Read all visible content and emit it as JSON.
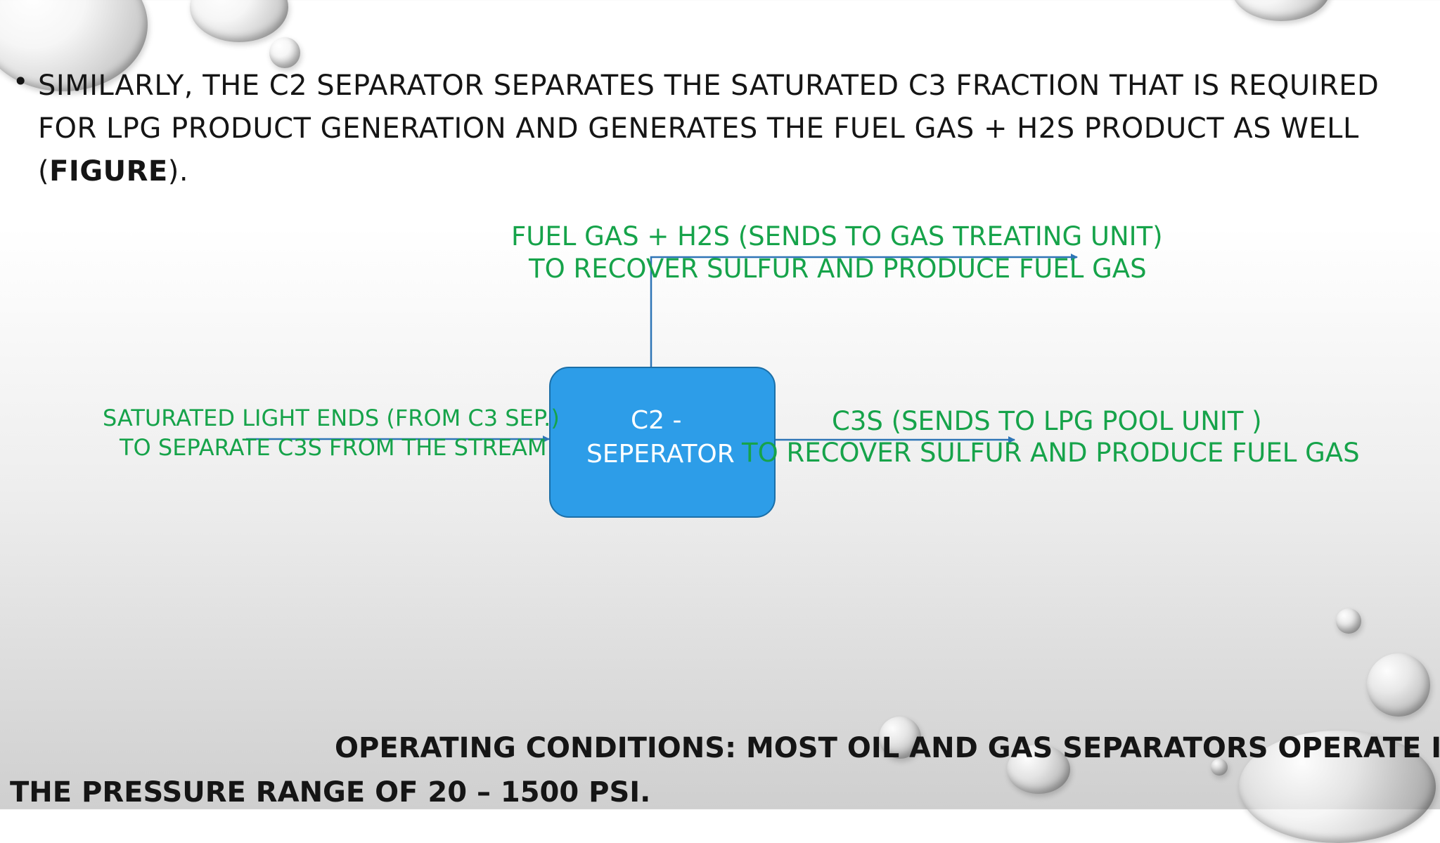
{
  "slide": {
    "bullet": {
      "marker": "•",
      "text_before": "SIMILARLY, THE C2 SEPARATOR SEPARATES THE SATURATED C3 FRACTION THAT IS REQUIRED FOR LPG PRODUCT GENERATION AND GENERATES THE FUEL GAS + H2S PRODUCT AS WELL (",
      "text_bold": "FIGURE",
      "text_after": ")."
    },
    "diagram": {
      "separator": {
        "line1": "C2 -",
        "line2": "SEPERATOR",
        "fill": "#2d9de8"
      },
      "top_output": {
        "line1": "FUEL GAS + H2S (SENDS TO GAS TREATING UNIT)",
        "line2": "TO RECOVER SULFUR AND PRODUCE FUEL GAS"
      },
      "left_input": {
        "line1": "SATURATED LIGHT ENDS (FROM C3 SEP.)",
        "line2": "TO SEPARATE C3S FROM THE STREAM"
      },
      "right_output": {
        "line1": "C3S (SENDS TO LPG POOL UNIT )",
        "line2": "TO RECOVER SULFUR AND PRODUCE FUEL GAS"
      },
      "label_color": "#16a34a",
      "arrow_color": "#2e75b6"
    },
    "footer": {
      "line1": "OPERATING CONDITIONS: MOST OIL AND GAS SEPARATORS OPERATE IN",
      "line2": "THE PRESSURE RANGE OF 20 – 1500 PSI."
    }
  }
}
